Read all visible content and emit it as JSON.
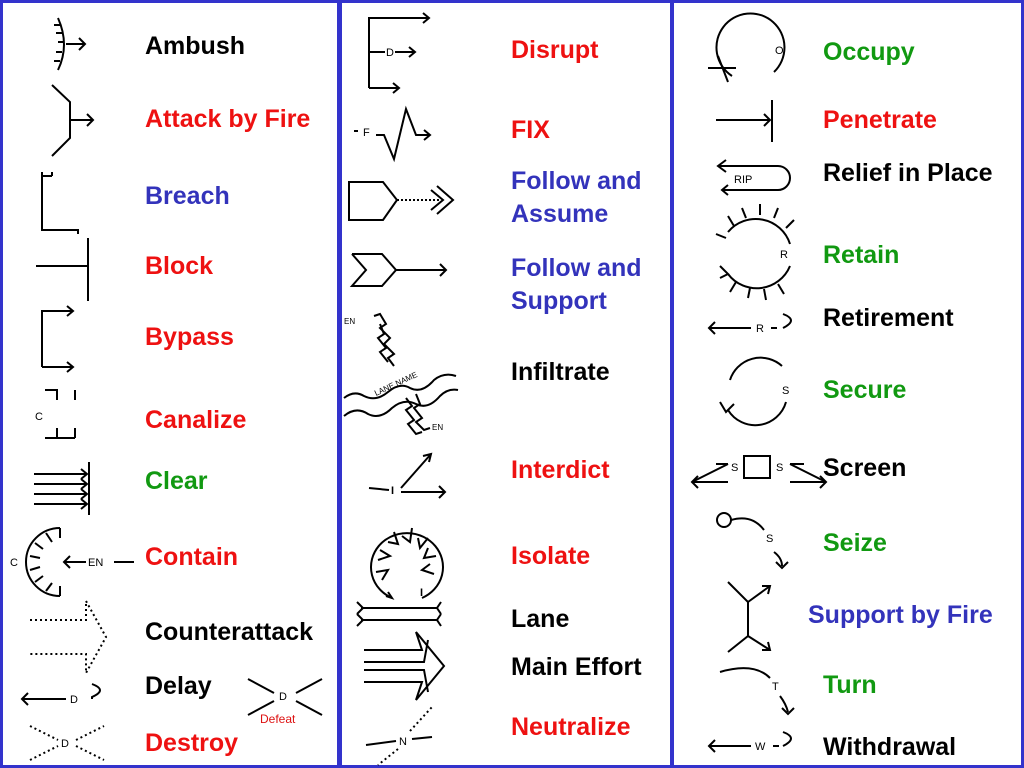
{
  "column1": {
    "ambush": "Ambush",
    "attack_by_fire": "Attack by Fire",
    "breach": "Breach",
    "block": "Block",
    "bypass": "Bypass",
    "canalize": "Canalize",
    "clear": "Clear",
    "contain": "Contain",
    "counterattack": "Counterattack",
    "delay": "Delay",
    "destroy": "Destroy",
    "defeat": "Defeat",
    "symbol_text": {
      "canalize": "C",
      "contain_c": "C",
      "contain_en": "EN",
      "delay": "D",
      "destroy": "D",
      "defeat": "D"
    }
  },
  "column2": {
    "disrupt": "Disrupt",
    "fix": "FIX",
    "follow_and_assume_1": "Follow and",
    "follow_and_assume_2": "Assume",
    "follow_and_support_1": "Follow and",
    "follow_and_support_2": "Support",
    "infiltrate": "Infiltrate",
    "interdict": "Interdict",
    "isolate": "Isolate",
    "lane": "Lane",
    "main_effort": "Main Effort",
    "neutralize": "Neutralize",
    "symbol_text": {
      "disrupt": "D",
      "fix": "F",
      "en_top": "EN",
      "lane_name": "LANE NAME",
      "en_bottom": "EN",
      "interdict": "I",
      "isolate": "I",
      "neutralize": "N"
    }
  },
  "column3": {
    "occupy": "Occupy",
    "penetrate": "Penetrate",
    "relief_in_place": "Relief in Place",
    "retain": "Retain",
    "retirement": "Retirement",
    "secure": "Secure",
    "screen": "Screen",
    "seize": "Seize",
    "support_by_fire": "Support by Fire",
    "turn": "Turn",
    "withdrawal": "Withdrawal",
    "symbol_text": {
      "occupy": "O",
      "rip": "RIP",
      "retain": "R",
      "retirement": "R",
      "secure": "S",
      "screen_left": "S",
      "screen_right": "S",
      "seize": "S",
      "turn": "T",
      "withdrawal": "W"
    }
  },
  "colors": {
    "frame": "#3333cc",
    "red": "#ee1111",
    "blue": "#3333bb",
    "green": "#119911",
    "black": "#000000"
  }
}
